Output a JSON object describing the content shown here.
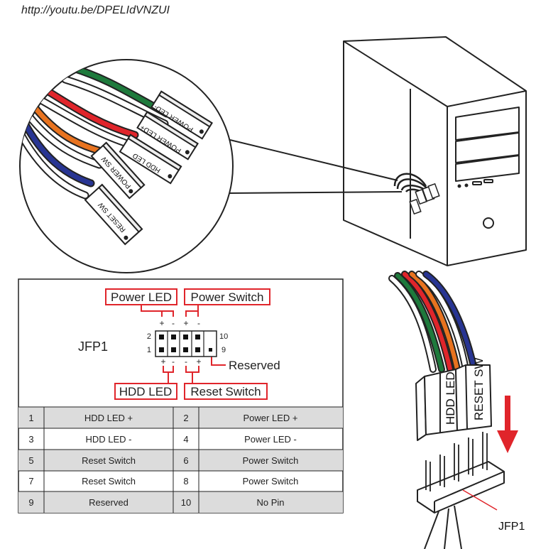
{
  "source_url": "http://youtu.be/DPELIdVNZUI",
  "connectors": {
    "power_led_minus": "POWER LED-",
    "power_led_plus": "POWER LED+",
    "hdd_led": "HDD LED",
    "power_sw": "POWER SW",
    "reset_sw": "RESET SW",
    "plugged_hdd_led": "HDD LED",
    "plugged_reset_sw": "RESET SW"
  },
  "diagram": {
    "header_name": "JFP1",
    "labels": {
      "power_led": "Power LED",
      "power_switch": "Power Switch",
      "hdd_led": "HDD LED",
      "reset_switch": "Reset Switch",
      "reserved": "Reserved"
    },
    "pin_numbers": {
      "top_left": "2",
      "bottom_left": "1",
      "top_right": "10",
      "bottom_right": "9"
    },
    "polarity": {
      "plus": "+",
      "minus": "-"
    },
    "board_label": "JFP1"
  },
  "pin_table": [
    {
      "pin_a": "1",
      "signal_a": "HDD LED +",
      "pin_b": "2",
      "signal_b": "Power LED +"
    },
    {
      "pin_a": "3",
      "signal_a": "HDD LED -",
      "pin_b": "4",
      "signal_b": "Power LED -"
    },
    {
      "pin_a": "5",
      "signal_a": "Reset Switch",
      "pin_b": "6",
      "signal_b": "Power Switch"
    },
    {
      "pin_a": "7",
      "signal_a": "Reset Switch",
      "pin_b": "8",
      "signal_b": "Power Switch"
    },
    {
      "pin_a": "9",
      "signal_a": "Reserved",
      "pin_b": "10",
      "signal_b": "No Pin"
    }
  ],
  "colors": {
    "label_box": "#e0252b",
    "arrow": "#e0252b",
    "wire_green": "#1e7a3c",
    "wire_red": "#e0252b",
    "wire_orange": "#e8731f",
    "wire_blue": "#283593",
    "row_shade": "#dcdcdc"
  }
}
